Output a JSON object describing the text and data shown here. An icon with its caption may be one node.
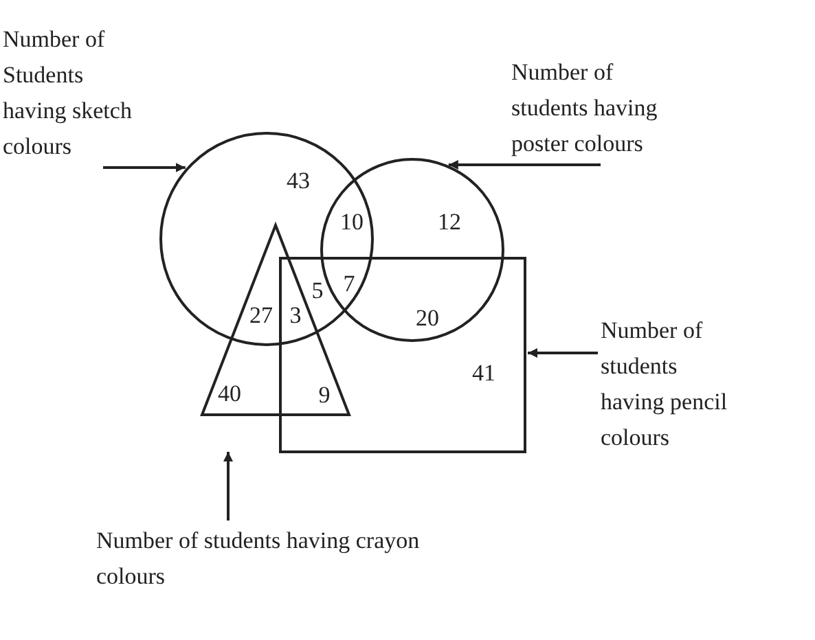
{
  "diagram": {
    "nodes": [
      {
        "text": [
          "Number of Students having sketch colours"
        ]
      },
      {
        "text": [
          "Number of students having poster colours"
        ]
      },
      {
        "text": [],
        "shape": "circle"
      },
      {
        "text": [],
        "shape": "circle"
      },
      {
        "text": [],
        "shape": "triangle"
      },
      {
        "text": [],
        "shape": "box"
      },
      {
        "text": [
          "Number of students having pencil colours"
        ]
      },
      {
        "text": [
          "Number of students having crayon colours"
        ]
      }
    ],
    "edges": [
      {
        "from": 0,
        "to": 2,
        "arrow": "to"
      },
      {
        "from": 1,
        "to": 3,
        "arrow": "to"
      },
      {
        "from": 6,
        "to": 5,
        "arrow": "to"
      },
      {
        "from": 7,
        "to": 4,
        "arrow": "to"
      }
    ],
    "labels": [
      "43",
      "10",
      "12",
      "5",
      "7",
      "27",
      "3",
      "20",
      "41",
      "40",
      "9"
    ]
  }
}
